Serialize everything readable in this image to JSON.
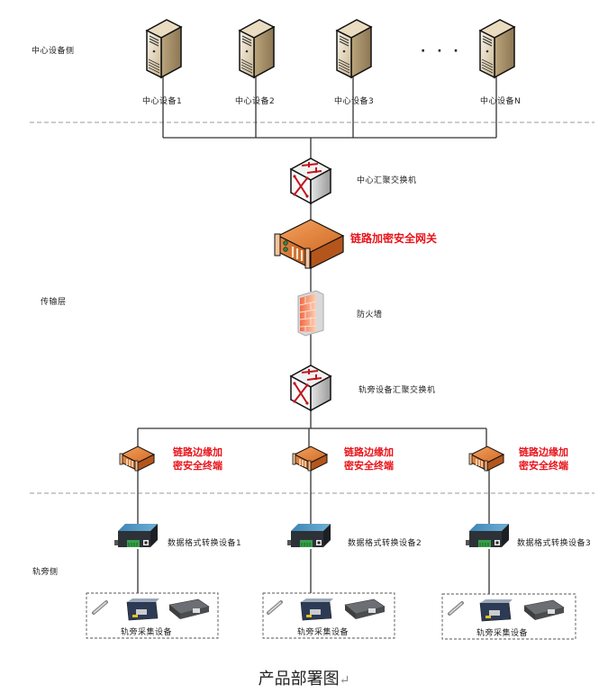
{
  "caption": "产品部署图",
  "caption_mark": "↵",
  "zones": {
    "center": "中心设备侧",
    "transport": "传输层",
    "trackside": "轨旁侧"
  },
  "servers": [
    {
      "label": "中心设备1"
    },
    {
      "label": "中心设备2"
    },
    {
      "label": "中心设备3"
    },
    {
      "label": "中心设备N"
    }
  ],
  "ellipsis": "· · ·",
  "core_switch": {
    "label": "中心汇聚交换机"
  },
  "gateway": {
    "label": "链路加密安全网关"
  },
  "firewall": {
    "label": "防火墙"
  },
  "track_switch": {
    "label": "轨旁设备汇聚交换机"
  },
  "edge_terminals": [
    {
      "line1": "链路边缘加",
      "line2": "密安全终端"
    },
    {
      "line1": "链路边缘加",
      "line2": "密安全终端"
    },
    {
      "line1": "链路边缘加",
      "line2": "密安全终端"
    }
  ],
  "converters": [
    {
      "label": "数据格式转换设备1"
    },
    {
      "label": "数据格式转换设备2"
    },
    {
      "label": "数据格式转换设备3"
    }
  ],
  "collectors": [
    {
      "label": "轨旁采集设备"
    },
    {
      "label": "轨旁采集设备"
    },
    {
      "label": "轨旁采集设备"
    }
  ],
  "colors": {
    "accent_red": "#e8141b",
    "gateway_orange": "#d9722e",
    "firewall_orange": "#f07a55"
  }
}
